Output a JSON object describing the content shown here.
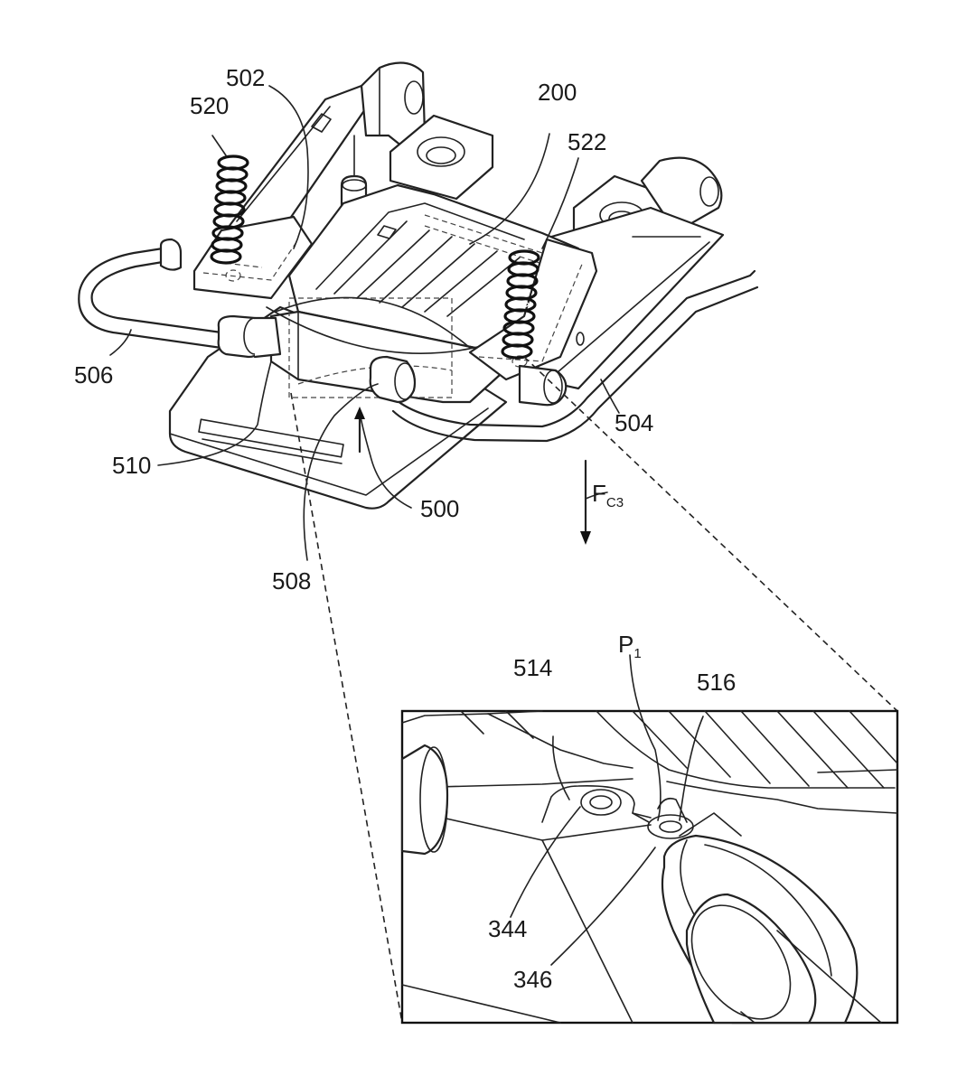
{
  "labels": {
    "l200": "200",
    "l500": "500",
    "l502": "502",
    "l504": "504",
    "l506": "506",
    "l508": "508",
    "l510": "510",
    "l514": "514",
    "l516": "516",
    "l520": "520",
    "l522": "522",
    "l344": "344",
    "l346": "346",
    "force_main": "F",
    "force_sub": "C3",
    "point_main": "P",
    "point_sub": "1"
  }
}
